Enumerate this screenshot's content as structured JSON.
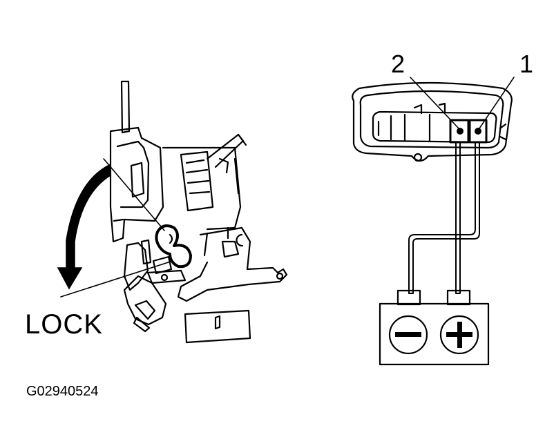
{
  "labels": {
    "lock": "LOCK",
    "figure_code": "G02940524",
    "terminal_2": "2",
    "terminal_1": "1"
  },
  "colors": {
    "ink": "#000000",
    "paper": "#ffffff"
  },
  "icons": {
    "battery_negative": "minus-icon",
    "battery_positive": "plus-icon"
  }
}
